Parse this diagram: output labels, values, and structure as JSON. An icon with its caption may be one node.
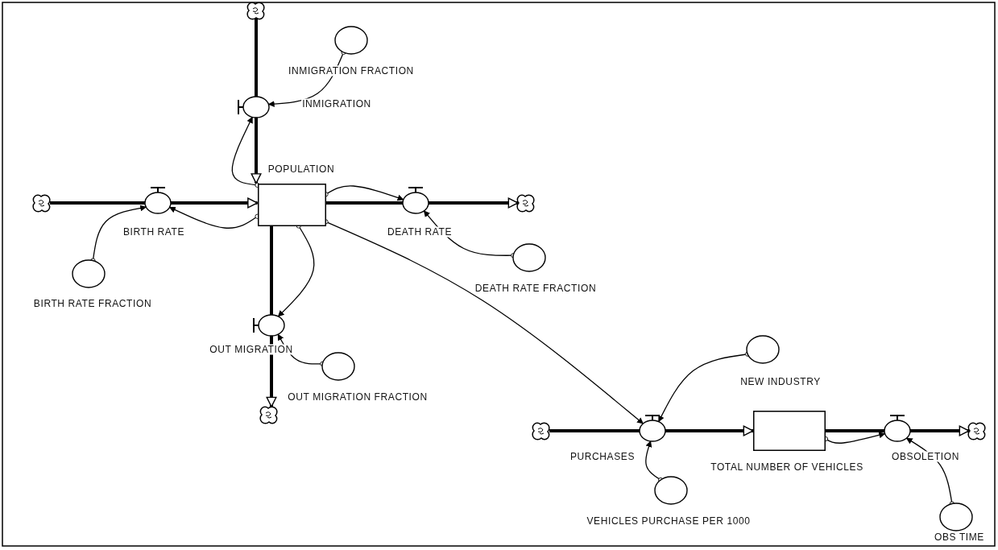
{
  "diagram": {
    "nodes": [
      {
        "text": [],
        "shape": "cloud"
      },
      {
        "text": [
          "INMIGRATION FRACTION"
        ]
      },
      {
        "text": [
          "INMIGRATION"
        ]
      },
      {
        "text": [
          "POPULATION"
        ]
      },
      {
        "text": [],
        "shape": "cloud"
      },
      {
        "text": [
          "BIRTH RATE"
        ]
      },
      {
        "text": [
          "DEATH RATE"
        ]
      },
      {
        "text": [],
        "shape": "cloud"
      },
      {
        "text": [
          "BIRTH RATE FRACTION"
        ]
      },
      {
        "text": [
          "DEATH RATE FRACTION"
        ]
      },
      {
        "text": [
          "OUT MIGRATION"
        ]
      },
      {
        "text": [
          "OUT MIGRATION FRACTION"
        ]
      },
      {
        "text": [],
        "shape": "cloud"
      },
      {
        "text": [
          "NEW INDUSTRY"
        ]
      },
      {
        "text": [],
        "shape": "cloud"
      },
      {
        "text": [
          "PURCHASES"
        ]
      },
      {
        "text": [
          "TOTAL NUMBER OF VEHICLES"
        ]
      },
      {
        "text": [
          "OBSOLETION"
        ]
      },
      {
        "text": [],
        "shape": "cloud"
      },
      {
        "text": [
          "VEHICLES PURCHASE PER 1000"
        ]
      },
      {
        "text": [
          "OBS TIME"
        ]
      }
    ],
    "edges": [
      {
        "from": 0,
        "to": 2,
        "arrow": "none",
        "style": "thick"
      },
      {
        "from": 2,
        "to": 3,
        "arrow": "to",
        "style": "thick"
      },
      {
        "from": 4,
        "to": 5,
        "arrow": "none",
        "style": "thick"
      },
      {
        "from": 5,
        "to": 3,
        "arrow": "to",
        "style": "thick"
      },
      {
        "from": 3,
        "to": 6,
        "arrow": "none",
        "style": "thick"
      },
      {
        "from": 6,
        "to": 7,
        "arrow": "to",
        "style": "thick"
      },
      {
        "from": 3,
        "to": 10,
        "arrow": "none",
        "style": "thick"
      },
      {
        "from": 10,
        "to": 12,
        "arrow": "to",
        "style": "thick"
      },
      {
        "from": 14,
        "to": 15,
        "arrow": "none",
        "style": "thick"
      },
      {
        "from": 15,
        "to": 16,
        "arrow": "to",
        "style": "thick"
      },
      {
        "from": 16,
        "to": 17,
        "arrow": "none",
        "style": "thick"
      },
      {
        "from": 17,
        "to": 18,
        "arrow": "to",
        "style": "thick"
      },
      {
        "from": 1,
        "to": 2,
        "arrow": "to"
      },
      {
        "from": 3,
        "to": 2,
        "arrow": "to"
      },
      {
        "from": 3,
        "to": 5,
        "arrow": "to"
      },
      {
        "from": 8,
        "to": 5,
        "arrow": "to"
      },
      {
        "from": 3,
        "to": 6,
        "arrow": "to"
      },
      {
        "from": 9,
        "to": 6,
        "arrow": "to"
      },
      {
        "from": 3,
        "to": 10,
        "arrow": "to"
      },
      {
        "from": 11,
        "to": 10,
        "arrow": "to"
      },
      {
        "from": 3,
        "to": 15,
        "arrow": "to"
      },
      {
        "from": 13,
        "to": 15,
        "arrow": "to"
      },
      {
        "from": 19,
        "to": 15,
        "arrow": "to"
      },
      {
        "from": 16,
        "to": 17,
        "arrow": "to"
      },
      {
        "from": 20,
        "to": 17,
        "arrow": "to"
      }
    ]
  }
}
